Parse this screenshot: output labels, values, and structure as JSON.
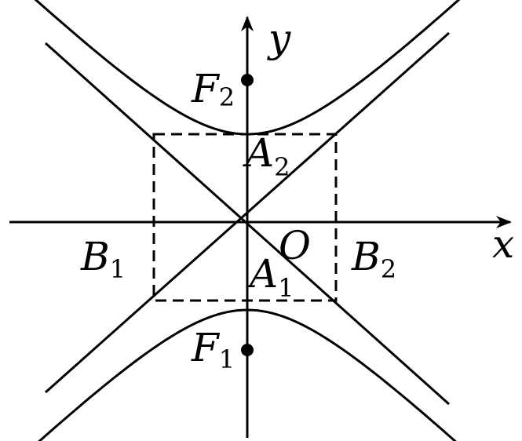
{
  "labels": {
    "x_axis": "x",
    "y_axis": "y",
    "origin": "O",
    "F2": {
      "main": "F",
      "sub": "2"
    },
    "F1": {
      "main": "F",
      "sub": "1"
    },
    "A2": {
      "main": "A",
      "sub": "2"
    },
    "A1": {
      "main": "A",
      "sub": "1"
    },
    "B1": {
      "main": "B",
      "sub": "1"
    },
    "B2": {
      "main": "B",
      "sub": "2"
    }
  },
  "colors": {
    "ink": "#000000",
    "background": "#ffffff"
  }
}
